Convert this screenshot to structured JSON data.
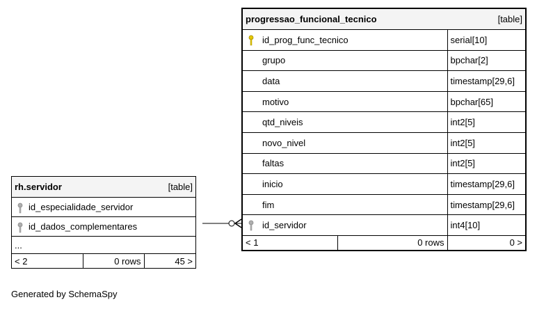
{
  "servidor": {
    "name": "rh.servidor",
    "kind": "[table]",
    "columns": [
      {
        "name": "id_especialidade_servidor",
        "key": "fk"
      },
      {
        "name": "id_dados_complementares",
        "key": "fk"
      }
    ],
    "more": "...",
    "footer": {
      "parents": "< 2",
      "rows": "0 rows",
      "children": "45 >"
    }
  },
  "progressao": {
    "name": "progressao_funcional_tecnico",
    "kind": "[table]",
    "columns": [
      {
        "name": "id_prog_func_tecnico",
        "type": "serial[10]",
        "key": "pk"
      },
      {
        "name": "grupo",
        "type": "bpchar[2]",
        "key": ""
      },
      {
        "name": "data",
        "type": "timestamp[29,6]",
        "key": ""
      },
      {
        "name": "motivo",
        "type": "bpchar[65]",
        "key": ""
      },
      {
        "name": "qtd_niveis",
        "type": "int2[5]",
        "key": ""
      },
      {
        "name": "novo_nivel",
        "type": "int2[5]",
        "key": ""
      },
      {
        "name": "faltas",
        "type": "int2[5]",
        "key": ""
      },
      {
        "name": "inicio",
        "type": "timestamp[29,6]",
        "key": ""
      },
      {
        "name": "fim",
        "type": "timestamp[29,6]",
        "key": ""
      },
      {
        "name": "id_servidor",
        "type": "int4[10]",
        "key": "fk"
      }
    ],
    "footer": {
      "parents": "< 1",
      "rows": "0 rows",
      "children": "0 >"
    }
  },
  "footer_text": "Generated by SchemaSpy",
  "colors": {
    "pk_key": "#e6c800",
    "fk_key": "#b0b0b0",
    "header_bg": "#f4f4f4"
  }
}
